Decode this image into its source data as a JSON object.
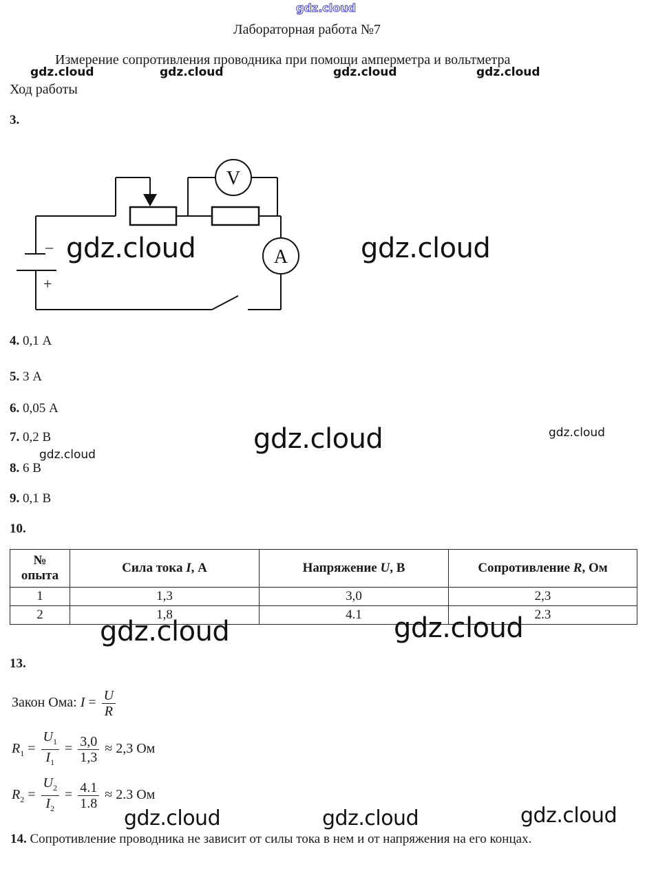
{
  "watermark": "gdz.cloud",
  "header": {
    "title": "Лабораторная работа №7",
    "subtitle": "Измерение сопротивления проводника при помощи амперметра и вольтметра",
    "section": "Ход работы"
  },
  "items": {
    "i3": {
      "num": "3.",
      "text": ""
    },
    "i4": {
      "num": "4.",
      "text": " 0,1 А"
    },
    "i5": {
      "num": "5.",
      "text": " 3 А"
    },
    "i6": {
      "num": "6.",
      "text": " 0,05 А"
    },
    "i7": {
      "num": "7.",
      "text": " 0,2 В"
    },
    "i8": {
      "num": "8.",
      "text": " 6 В"
    },
    "i9": {
      "num": "9.",
      "text": " 0,1 В"
    },
    "i10": {
      "num": "10.",
      "text": ""
    },
    "i13": {
      "num": "13.",
      "text": ""
    },
    "i14": {
      "num": "14.",
      "text": " Сопротивление проводника не зависит от силы тока в нем и от напряжения на его концах."
    }
  },
  "circuit": {
    "voltmeter_label": "V",
    "ammeter_label": "A",
    "minus_label": "–",
    "plus_label": "+"
  },
  "table": {
    "headers": [
      {
        "line1": "№",
        "line2": "опыта"
      },
      {
        "pre": "Сила тока ",
        "var": "I",
        "post": ", А"
      },
      {
        "pre": "Напряжение ",
        "var": "U",
        "post": ", В"
      },
      {
        "pre": "Сопротивление ",
        "var": "R",
        "post": ", Ом"
      }
    ],
    "rows": [
      [
        "1",
        "1,3",
        "3,0",
        "2,3"
      ],
      [
        "2",
        "1,8",
        "4.1",
        "2.3"
      ]
    ]
  },
  "formulas": {
    "ohm_label": "Закон Ома: ",
    "ohm_lhs": "I",
    "ohm_num": "U",
    "ohm_den": "R",
    "r1": {
      "lhs": "R",
      "sub": "1",
      "num": "U",
      "num_sub": "1",
      "den": "I",
      "den_sub": "1",
      "vnum": "3,0",
      "vden": "1,3",
      "result": "≈ 2,3 Ом"
    },
    "r2": {
      "lhs": "R",
      "sub": "2",
      "num": "U",
      "num_sub": "2",
      "den": "I",
      "den_sub": "2",
      "vnum": "4.1",
      "vden": "1.8",
      "result": "≈ 2.3 Ом"
    }
  }
}
